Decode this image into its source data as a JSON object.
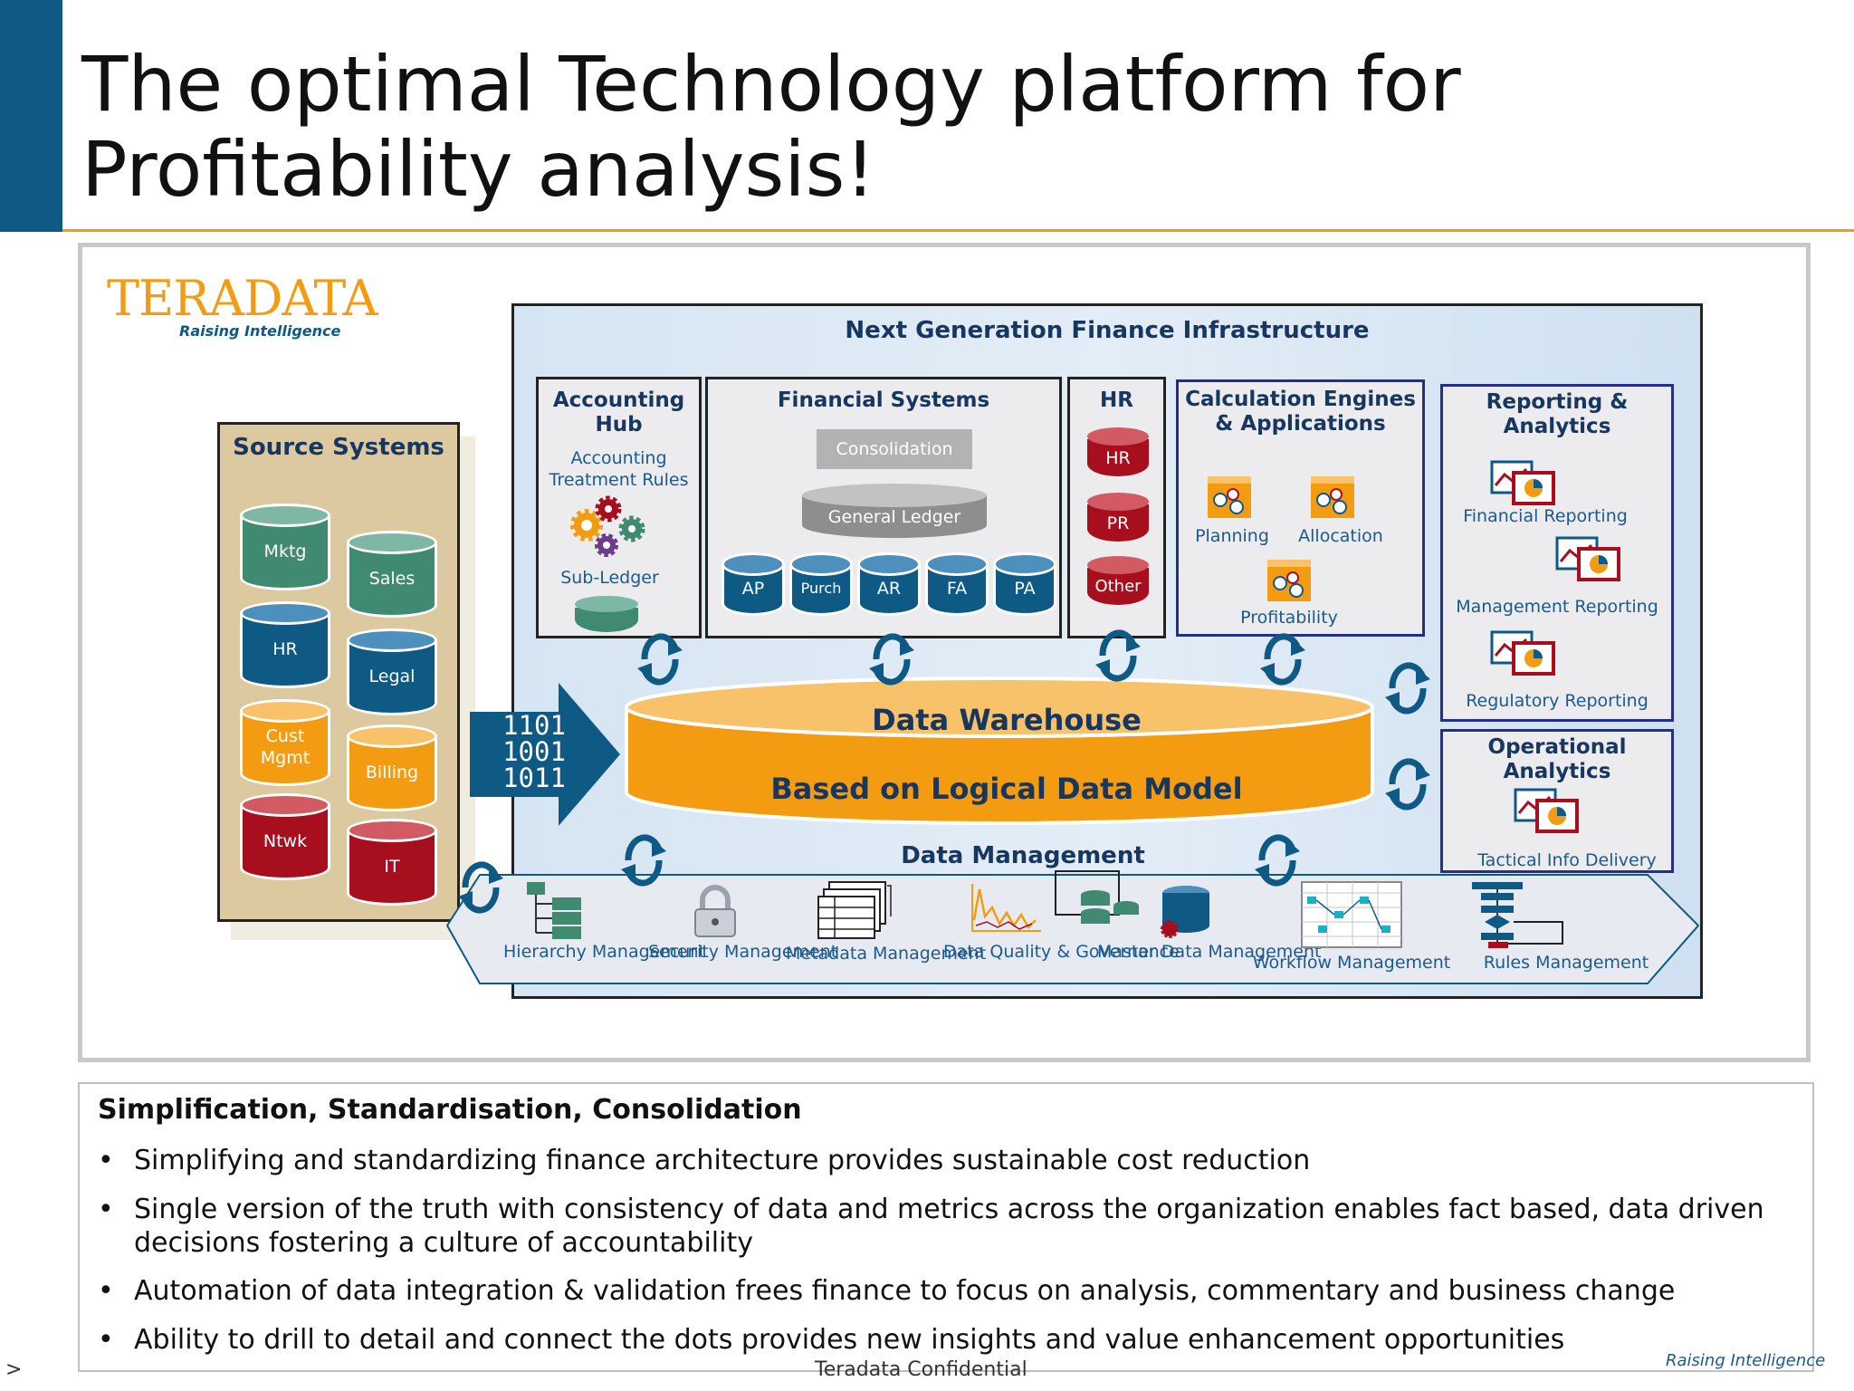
{
  "slide": {
    "title": "The optimal Technology platform for Profitability analysis!",
    "logo_word": "TERADATA",
    "logo_tagline": "Raising Intelligence"
  },
  "source_systems": {
    "title": "Source Systems",
    "items": [
      {
        "label": "Mktg",
        "color": "#3f8a70"
      },
      {
        "label": "Sales",
        "color": "#3f8a70"
      },
      {
        "label": "HR",
        "color": "#0e5a85"
      },
      {
        "label": "Legal",
        "color": "#0e5a85"
      },
      {
        "label": "Cust Mgmt",
        "color": "#f39c12"
      },
      {
        "label": "Billing",
        "color": "#f39c12"
      },
      {
        "label": "Ntwk",
        "color": "#a80f1e"
      },
      {
        "label": "IT",
        "color": "#a80f1e"
      }
    ]
  },
  "binary": "1101\n1001\n1011",
  "ngfi": {
    "title": "Next Generation Finance Infrastructure",
    "accounting_hub": {
      "title": "Accounting Hub",
      "rules": "Accounting Treatment Rules",
      "subledger": "Sub-Ledger"
    },
    "financial_systems": {
      "title": "Financial Systems",
      "consolidation": "Consolidation",
      "general_ledger": "General Ledger",
      "modules": [
        "AP",
        "Purch",
        "AR",
        "FA",
        "PA"
      ]
    },
    "hr": {
      "title": "HR",
      "items": [
        "HR",
        "PR",
        "Other"
      ]
    },
    "calculation": {
      "title": "Calculation Engines & Applications",
      "items": [
        "Planning",
        "Allocation",
        "Profitability"
      ]
    },
    "reporting": {
      "title": "Reporting & Analytics",
      "items": [
        "Financial Reporting",
        "Management Reporting",
        "Regulatory Reporting"
      ]
    },
    "operational": {
      "title": "Operational Analytics",
      "item": "Tactical Info Delivery"
    },
    "data_warehouse": {
      "title": "Data Warehouse",
      "subtitle": "Based on Logical Data Model"
    },
    "data_management": {
      "title": "Data Management",
      "items": [
        "Hierarchy Management",
        "Security Management",
        "Metadata Management",
        "Data Quality & Governance",
        "Master Data Management",
        "Workflow Management",
        "Rules Management"
      ]
    }
  },
  "summary": {
    "heading": "Simplification, Standardisation, Consolidation",
    "bullets": [
      "Simplifying and standardizing finance architecture provides sustainable cost reduction",
      "Single version of the truth with consistency of data and metrics across the organization enables fact based, data driven decisions fostering a culture of accountability",
      "Automation of data integration & validation frees finance to focus on analysis, commentary and business change",
      "Ability to drill to detail and connect the dots provides new insights and value enhancement opportunities"
    ]
  },
  "footer": {
    "confidential": "Teradata Confidential",
    "nav": ">",
    "tagline": "Raising Intelligence"
  },
  "colors": {
    "brand_blue": "#0e5a85",
    "brand_orange": "#f39c12",
    "navy_text": "#173660"
  }
}
